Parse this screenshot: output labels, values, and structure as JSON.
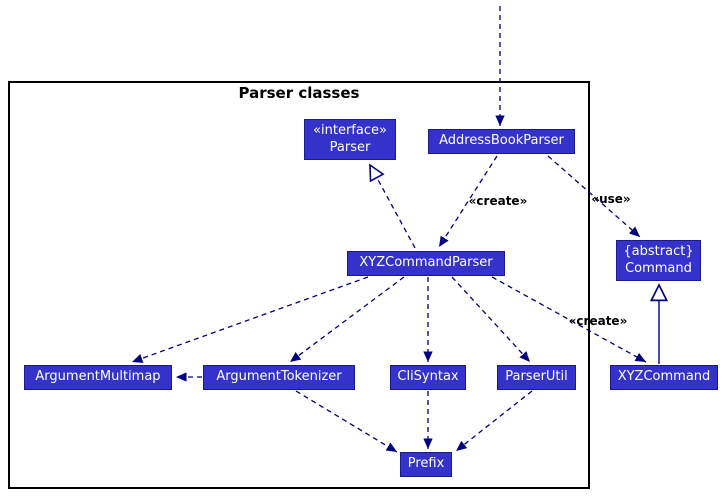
{
  "diagram": {
    "frame_title": "Parser classes",
    "nodes": [
      {
        "id": "parser-interface",
        "lines": [
          "«interface»",
          "Parser"
        ]
      },
      {
        "id": "address-book-parser",
        "label": "AddressBookParser"
      },
      {
        "id": "xyz-command-parser",
        "label": "XYZCommandParser"
      },
      {
        "id": "argument-multimap",
        "label": "ArgumentMultimap"
      },
      {
        "id": "argument-tokenizer",
        "label": "ArgumentTokenizer"
      },
      {
        "id": "cli-syntax",
        "label": "CliSyntax"
      },
      {
        "id": "parser-util",
        "label": "ParserUtil"
      },
      {
        "id": "xyz-command",
        "label": "XYZCommand"
      },
      {
        "id": "command-abstract",
        "lines": [
          "{abstract}",
          "Command"
        ]
      },
      {
        "id": "prefix",
        "label": "Prefix"
      }
    ],
    "edge_labels": [
      {
        "id": "create-1",
        "text": "«create»"
      },
      {
        "id": "use",
        "text": "«use»"
      },
      {
        "id": "create-2",
        "text": "«create»"
      }
    ],
    "edges": [
      {
        "from": "(external)",
        "to": "AddressBookParser",
        "type": "dashed-dependency"
      },
      {
        "from": "AddressBookParser",
        "to": "XYZCommandParser",
        "type": "dashed-dependency",
        "label": "«create»"
      },
      {
        "from": "AddressBookParser",
        "to": "Command",
        "type": "dashed-dependency",
        "label": "«use»"
      },
      {
        "from": "XYZCommandParser",
        "to": "Parser",
        "type": "dashed-realization"
      },
      {
        "from": "XYZCommandParser",
        "to": "ArgumentMultimap",
        "type": "dashed-dependency"
      },
      {
        "from": "XYZCommandParser",
        "to": "ArgumentTokenizer",
        "type": "dashed-dependency"
      },
      {
        "from": "XYZCommandParser",
        "to": "CliSyntax",
        "type": "dashed-dependency"
      },
      {
        "from": "XYZCommandParser",
        "to": "ParserUtil",
        "type": "dashed-dependency"
      },
      {
        "from": "XYZCommandParser",
        "to": "XYZCommand",
        "type": "dashed-dependency",
        "label": "«create»"
      },
      {
        "from": "ArgumentTokenizer",
        "to": "ArgumentMultimap",
        "type": "dashed-dependency"
      },
      {
        "from": "ArgumentTokenizer",
        "to": "Prefix",
        "type": "dashed-dependency"
      },
      {
        "from": "CliSyntax",
        "to": "Prefix",
        "type": "dashed-dependency"
      },
      {
        "from": "ParserUtil",
        "to": "Prefix",
        "type": "dashed-dependency"
      },
      {
        "from": "XYZCommand",
        "to": "Command",
        "type": "solid-generalization"
      }
    ],
    "colors": {
      "node_fill": "#3333cc",
      "node_border": "#1a1a8c",
      "node_text": "#ffffff",
      "edge": "#000080",
      "frame_border": "#000000",
      "label_text": "#000000",
      "background": "#ffffff"
    }
  }
}
